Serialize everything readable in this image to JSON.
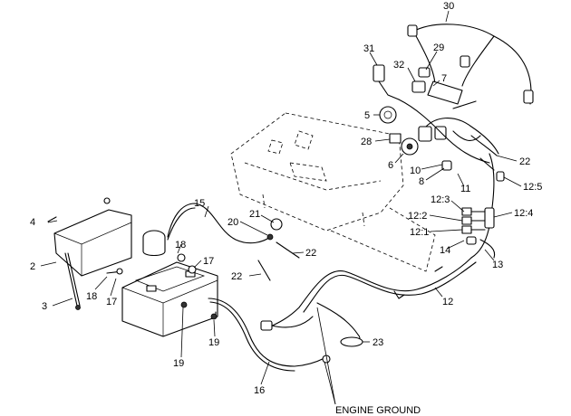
{
  "callouts": {
    "c30": "30",
    "c31": "31",
    "c29": "29",
    "c32": "32",
    "c7": "7",
    "c5": "5",
    "c28": "28",
    "c6": "6",
    "c10": "10",
    "c8": "8",
    "c11": "11",
    "c22a": "22",
    "c12_5": "12:5",
    "c12_4": "12:4",
    "c12_3": "12:3",
    "c12_2": "12:2",
    "c12_1": "12:1",
    "c14": "14",
    "c13": "13",
    "c12": "12",
    "c15": "15",
    "c20": "20",
    "c21": "21",
    "c22b": "22",
    "c22c": "22",
    "c4": "4",
    "c2": "2",
    "c3": "3",
    "c18a": "18",
    "c17a": "17",
    "c18b": "18",
    "c17b": "17",
    "c19a": "19",
    "c19b": "19",
    "c16": "16",
    "c23": "23"
  },
  "engine_ground": "ENGINE GROUND"
}
